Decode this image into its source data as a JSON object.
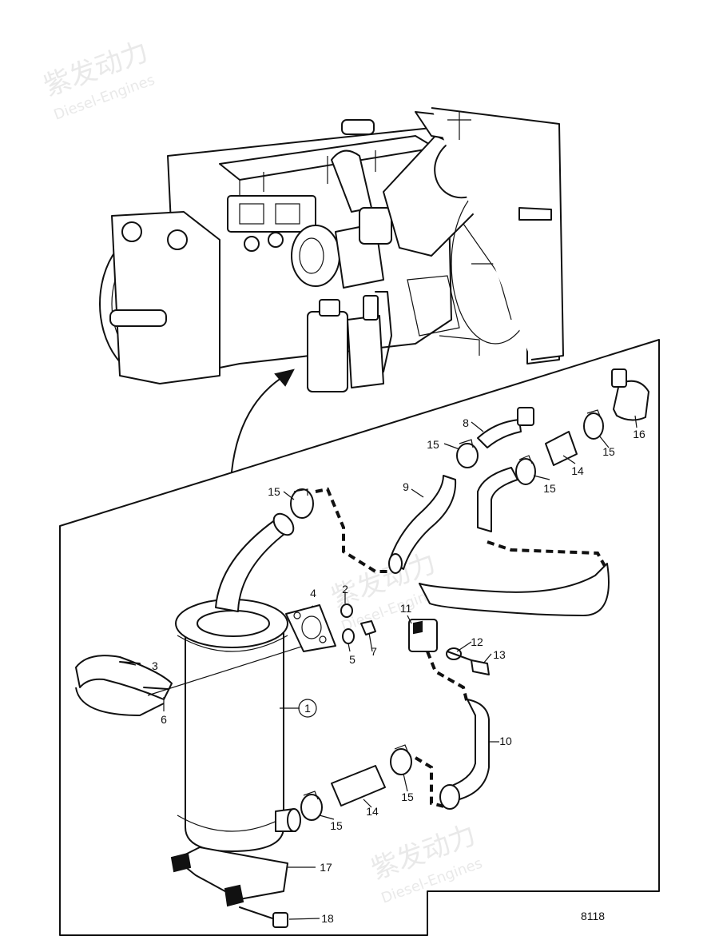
{
  "watermark": {
    "brand": "紫发动力",
    "sub": "Diesel-Engines"
  },
  "drawing_number": "8118",
  "callouts": [
    {
      "id": "c1",
      "label": "1",
      "circled": true
    },
    {
      "id": "c2",
      "label": "2"
    },
    {
      "id": "c3",
      "label": "3"
    },
    {
      "id": "c4",
      "label": "4"
    },
    {
      "id": "c5",
      "label": "5"
    },
    {
      "id": "c6",
      "label": "6"
    },
    {
      "id": "c7",
      "label": "7"
    },
    {
      "id": "c8",
      "label": "8"
    },
    {
      "id": "c9",
      "label": "9"
    },
    {
      "id": "c10",
      "label": "10"
    },
    {
      "id": "c11",
      "label": "11"
    },
    {
      "id": "c12",
      "label": "12"
    },
    {
      "id": "c13",
      "label": "13"
    },
    {
      "id": "c14a",
      "label": "14"
    },
    {
      "id": "c14b",
      "label": "14"
    },
    {
      "id": "c15a",
      "label": "15"
    },
    {
      "id": "c15b",
      "label": "15"
    },
    {
      "id": "c15c",
      "label": "15"
    },
    {
      "id": "c15d",
      "label": "15"
    },
    {
      "id": "c15e",
      "label": "15"
    },
    {
      "id": "c15f",
      "label": "15"
    },
    {
      "id": "c16",
      "label": "16"
    },
    {
      "id": "c17",
      "label": "17"
    },
    {
      "id": "c18",
      "label": "18"
    }
  ]
}
